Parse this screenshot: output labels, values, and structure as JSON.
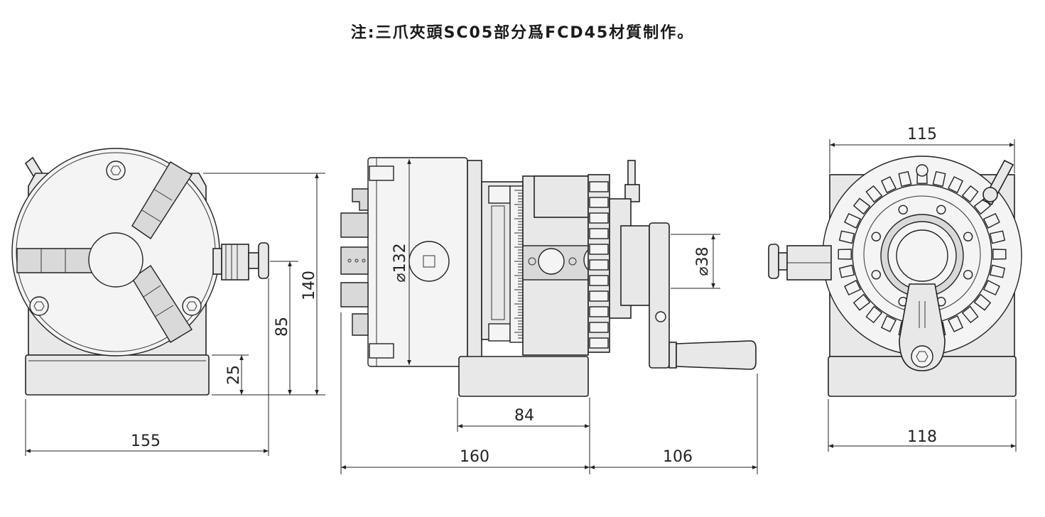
{
  "note": "注:三爪夾頭SC05部分爲FCD45材質制作。",
  "dimensions": {
    "left_width": "155",
    "left_height_total": "140",
    "left_center_height": "85",
    "left_base_height": "25",
    "mid_chuck_diameter": "⌀132",
    "mid_base_length": "84",
    "mid_body_length": "160",
    "mid_handle_length": "106",
    "mid_bore_diameter": "⌀38",
    "right_top_width": "115",
    "right_base_width": "118"
  },
  "colors": {
    "line": "#222222",
    "fill": "#e8e8e8",
    "background": "#ffffff"
  }
}
